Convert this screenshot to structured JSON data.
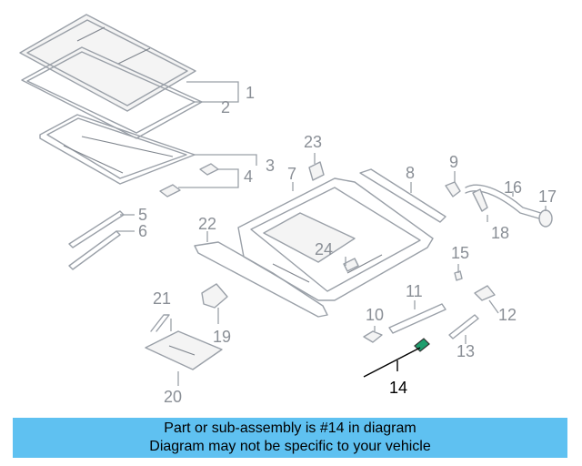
{
  "diagram": {
    "callouts": {
      "c1": "1",
      "c2": "2",
      "c3": "3",
      "c4": "4",
      "c5": "5",
      "c6": "6",
      "c7": "7",
      "c8": "8",
      "c9": "9",
      "c10": "10",
      "c11": "11",
      "c12": "12",
      "c13": "13",
      "c14": "14",
      "c15": "15",
      "c16": "16",
      "c17": "17",
      "c18": "18",
      "c19": "19",
      "c20": "20",
      "c21": "21",
      "c22": "22",
      "c23": "23",
      "c24": "24"
    },
    "highlight_part": "14",
    "colors": {
      "line_art": "#9aa0a8",
      "highlight_leader": "#000000",
      "highlight_part": "#1f9e6e",
      "banner": "#5fc1f1"
    }
  },
  "banner": {
    "line1": "Part or sub-assembly is #14 in diagram",
    "line2": "Diagram may not be specific to your vehicle"
  }
}
